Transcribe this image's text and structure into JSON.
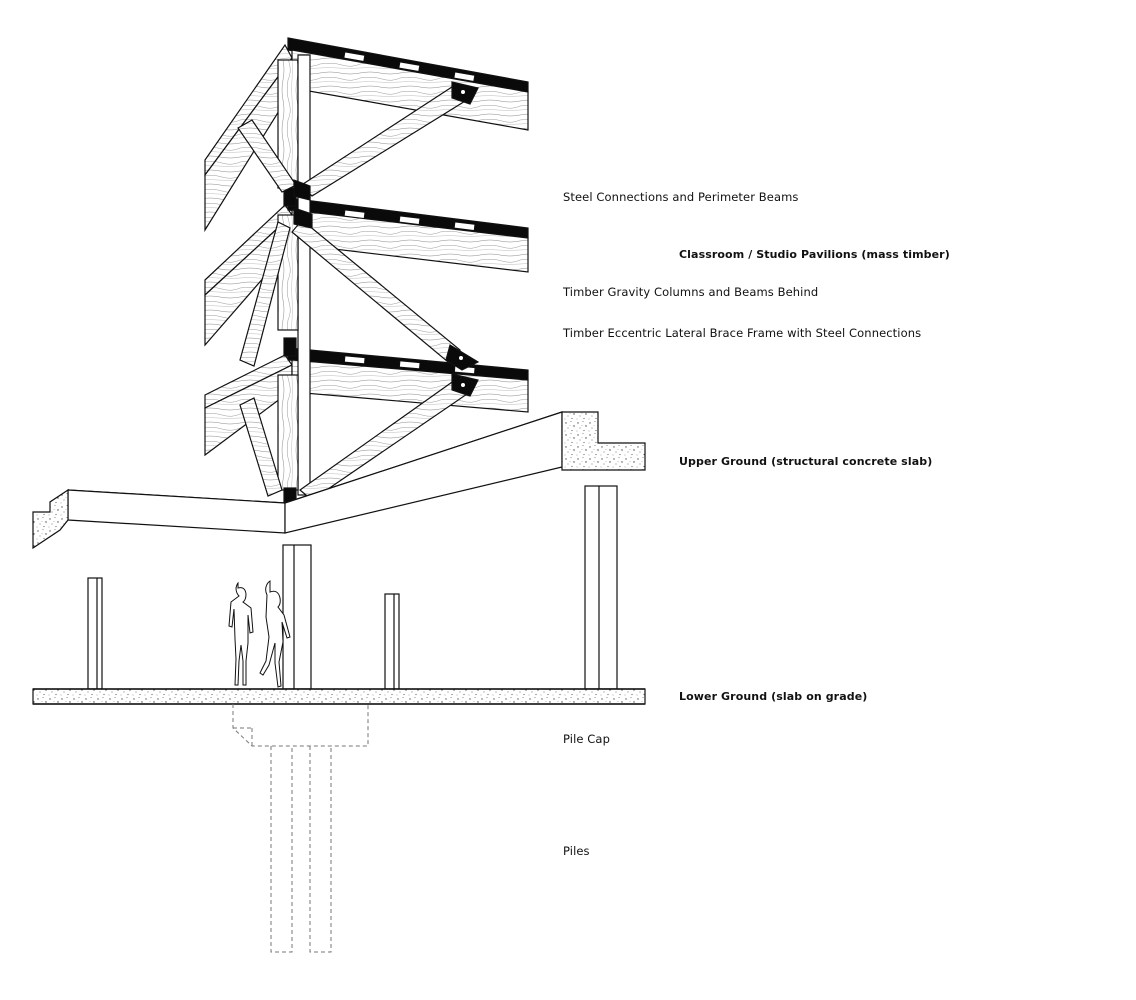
{
  "labels": {
    "steel_connections": "Steel Connections and Perimeter Beams",
    "classroom": "Classroom / Studio Pavilions (mass timber)",
    "gravity_columns": "Timber Gravity Columns and Beams Behind",
    "brace_frame": "Timber Eccentric Lateral Brace Frame with Steel Connections",
    "upper_ground": "Upper Ground (structural concrete slab)",
    "lower_ground": "Lower Ground (slab on grade)",
    "pile_cap": "Pile Cap",
    "piles": "Piles"
  },
  "colors": {
    "line": "#111111",
    "steel": "#0a0a0a",
    "timber": "#ffffff",
    "concrete_speckle": "#555555"
  }
}
